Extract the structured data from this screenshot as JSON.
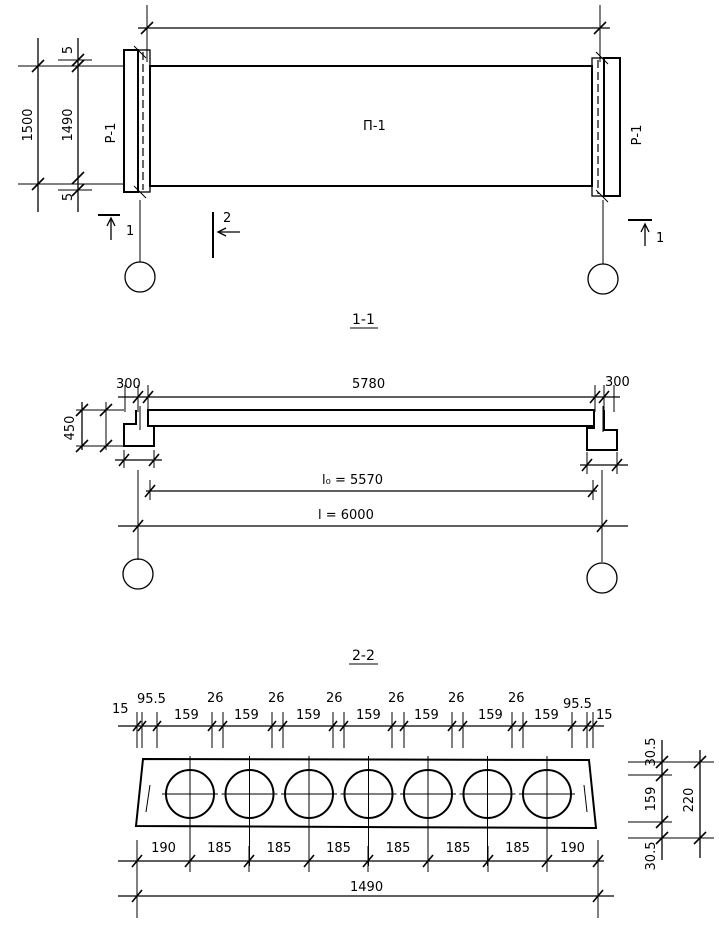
{
  "plan": {
    "panel_label": "П-1",
    "girder_left_label": "Р-1",
    "girder_right_label": "Р-1",
    "dim_total": "1500",
    "dim_middle": "1490",
    "dim_top": "5",
    "dim_bottom": "5",
    "section1_left": "1",
    "section1_right": "1",
    "section2": "2"
  },
  "section_1_1": {
    "title": "1-1",
    "dim_left_support": "300",
    "dim_span_clear": "5780",
    "dim_right_support": "300",
    "dim_height": "450",
    "calc_span": "l₀ = 5570",
    "nominal_span": "l = 6000"
  },
  "section_2_2": {
    "title": "2-2",
    "top_dims": [
      "15",
      "95.5",
      "159",
      "26",
      "159",
      "26",
      "159",
      "26",
      "159",
      "26",
      "159",
      "26",
      "159",
      "26",
      "159",
      "95.5",
      "15"
    ],
    "bottom_dims": [
      "190",
      "185",
      "185",
      "185",
      "185",
      "185",
      "185",
      "190"
    ],
    "total_width": "1490",
    "right_dims": [
      "30.5",
      "159",
      "30.5"
    ],
    "total_height": "220"
  }
}
